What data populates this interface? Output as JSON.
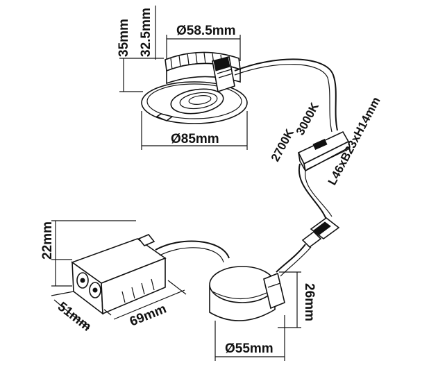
{
  "diagram": {
    "downlight": {
      "dim_height_total": "35mm",
      "dim_height_body": "32.5mm",
      "dim_cutout": "Ø58.5mm",
      "dim_outer": "Ø85mm"
    },
    "switch_box": {
      "dim_cct_low": "2700K",
      "dim_cct_high": "3000K",
      "dim_size": "L46xB23xH14mm"
    },
    "terminal_box": {
      "dim_height": "22mm",
      "dim_width": "51mm",
      "dim_length": "69mm"
    },
    "driver": {
      "dim_diameter": "Ø55mm",
      "dim_height": "26mm"
    }
  }
}
